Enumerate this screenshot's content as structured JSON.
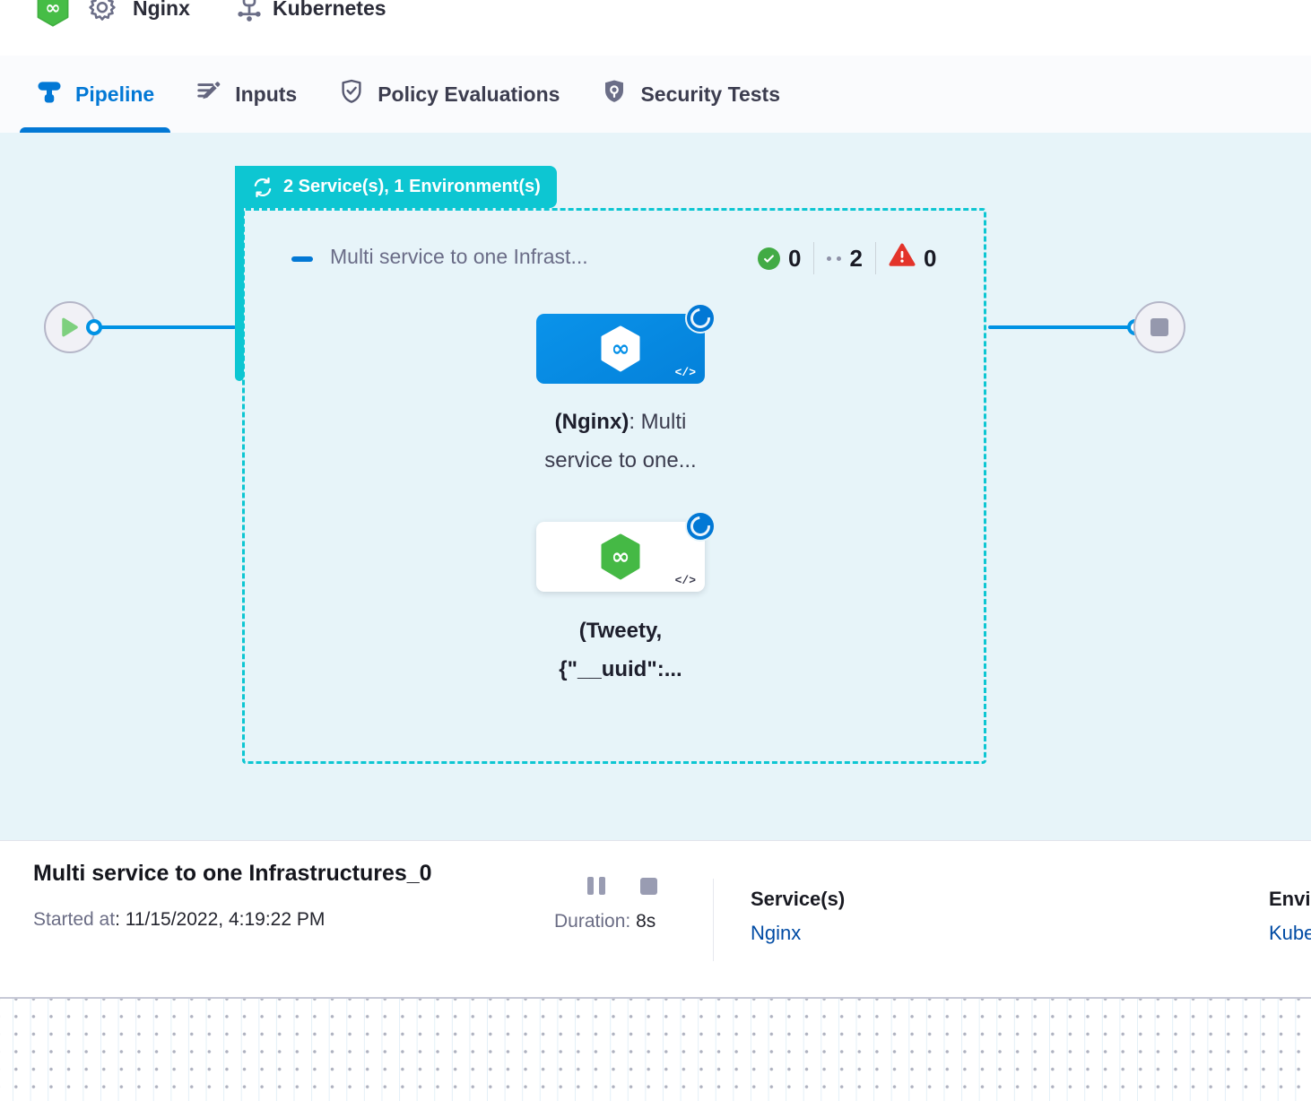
{
  "breadcrumb": {
    "service_name": "Nginx",
    "environment_name": "Kubernetes"
  },
  "tabs": [
    {
      "label": "Pipeline"
    },
    {
      "label": "Inputs"
    },
    {
      "label": "Policy Evaluations"
    },
    {
      "label": "Security Tests"
    }
  ],
  "pipeline": {
    "group_badge": "2 Service(s), 1 Environment(s)",
    "stage": {
      "title": "Multi service to one Infrast...",
      "success_count": "0",
      "running_count": "2",
      "failed_count": "0"
    },
    "nodes": [
      {
        "code_icon": "</>",
        "label_bold": "(Nginx)",
        "label_rest": ": Multi",
        "label_line2": "service to one..."
      },
      {
        "code_icon": "</>",
        "label_line1": "(Tweety,",
        "label_line2": "{\"__uuid\":..."
      }
    ]
  },
  "footer": {
    "title": "Multi service to one Infrastructures_0",
    "started_label": "Started at",
    "started_value": ": 11/15/2022, 4:19:22 PM",
    "duration_label": "Duration:",
    "duration_value": "8s",
    "services_label": "Service(s)",
    "services_value": "Nginx",
    "environments_label": "Environment(s)",
    "environments_value": "Kubernetes"
  },
  "colors": {
    "accent_blue": "#0278d5",
    "node_blue": "#0590e8",
    "edge_blue": "#0092e4",
    "loop_teal": "#0dc6d2",
    "canvas_bg": "#e7f4f9",
    "success_green": "#42ab45",
    "harness_green": "#45b945",
    "error_red": "#e3342b",
    "link_navy": "#004ba4"
  }
}
